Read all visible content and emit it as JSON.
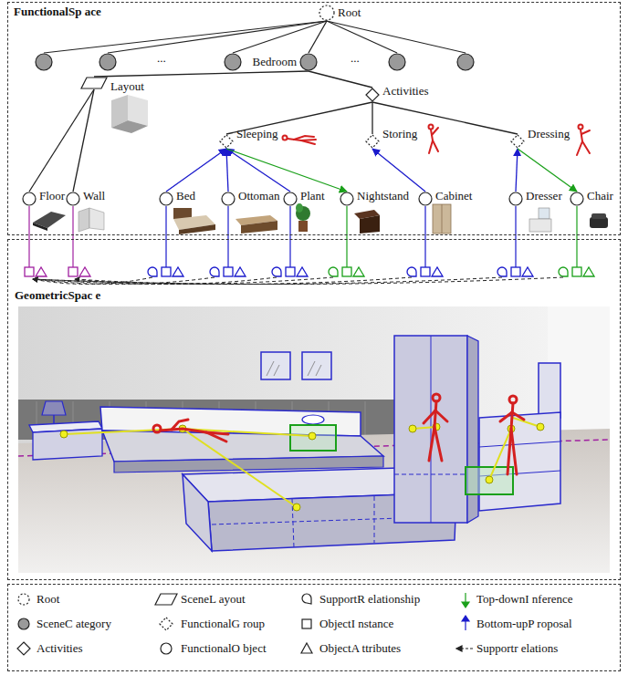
{
  "diagram": {
    "nodes": [
      {
        "text": [
          "FunctionalSp ace"
        ]
      },
      {
        "text": [
          "Root"
        ],
        "in": 0
      },
      {
        "text": [
          "Bedroom"
        ],
        "in": 0
      },
      {
        "text": [
          "Layout"
        ],
        "in": 0
      },
      {
        "text": [
          "Activities"
        ],
        "in": 0
      },
      {
        "text": [
          "Sleeping"
        ],
        "in": 0
      },
      {
        "text": [
          "Storing"
        ],
        "in": 0
      },
      {
        "text": [
          "Dressing"
        ],
        "in": 0
      },
      {
        "text": [
          "Floor"
        ],
        "in": 0
      },
      {
        "text": [
          "Wall"
        ],
        "in": 0
      },
      {
        "text": [
          "Bed"
        ],
        "in": 0
      },
      {
        "text": [
          "Ottoman"
        ],
        "in": 0
      },
      {
        "text": [
          "Plant"
        ],
        "in": 0
      },
      {
        "text": [
          "Nightstand"
        ],
        "in": 0
      },
      {
        "text": [
          "Cabinet"
        ],
        "in": 0
      },
      {
        "text": [
          "Dresser"
        ],
        "in": 0
      },
      {
        "text": [
          "Chair"
        ],
        "in": 0
      },
      {
        "text": [
          "GeometricSpac e"
        ]
      }
    ],
    "edges": [
      {
        "from": 1,
        "to": 2,
        "arrow": "none"
      },
      {
        "from": 2,
        "to": 3,
        "arrow": "none"
      },
      {
        "from": 2,
        "to": 4,
        "arrow": "none"
      },
      {
        "from": 4,
        "to": 5,
        "arrow": "none"
      },
      {
        "from": 4,
        "to": 6,
        "arrow": "none"
      },
      {
        "from": 4,
        "to": 7,
        "arrow": "none"
      },
      {
        "from": 3,
        "to": 8,
        "arrow": "none"
      },
      {
        "from": 3,
        "to": 9,
        "arrow": "none"
      },
      {
        "from": 10,
        "to": 5,
        "arrow": "to"
      },
      {
        "from": 11,
        "to": 5,
        "arrow": "to"
      },
      {
        "from": 12,
        "to": 5,
        "arrow": "to"
      },
      {
        "from": 5,
        "to": 13,
        "arrow": "to"
      },
      {
        "from": 14,
        "to": 6,
        "arrow": "to"
      },
      {
        "from": 15,
        "to": 7,
        "arrow": "to"
      },
      {
        "from": 7,
        "to": 16,
        "arrow": "to"
      }
    ],
    "labels": [
      "...",
      "..."
    ],
    "legend": [
      {
        "text": "Root"
      },
      {
        "text": "SceneL ayout"
      },
      {
        "text": "SupportR elationship"
      },
      {
        "text": "Top-downI nference"
      },
      {
        "text": "SceneC ategory"
      },
      {
        "text": "FunctionalG roup"
      },
      {
        "text": "ObjectI nstance"
      },
      {
        "text": "Bottom-upP roposal"
      },
      {
        "text": "Activities"
      },
      {
        "text": "FunctionalO bject"
      },
      {
        "text": "ObjectA ttributes"
      },
      {
        "text": "Supportr elations"
      }
    ]
  }
}
